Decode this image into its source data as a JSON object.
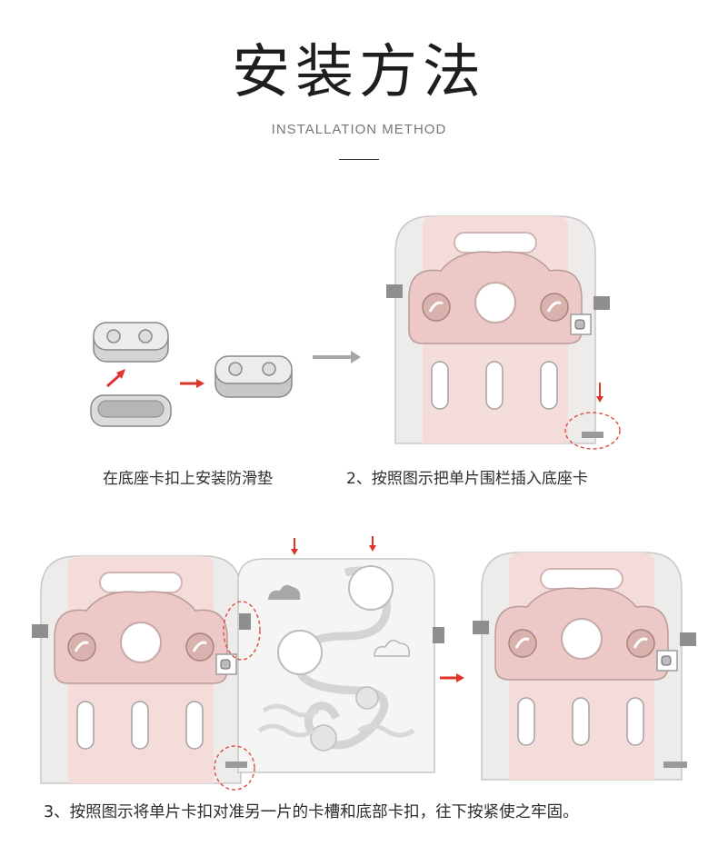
{
  "header": {
    "title": "安装方法",
    "subtitle": "INSTALLATION METHOD"
  },
  "steps": {
    "step1_caption": "在底座卡扣上安装防滑垫",
    "step2_caption": "2、按照图示把单片围栏插入底座卡",
    "step3_caption": "3、按照图示将单片卡扣对准另一片的卡槽和底部卡扣，往下按紧使之牢固。"
  },
  "colors": {
    "pink": "#f2d8d6",
    "pink_dark": "#e7c2bf",
    "grey_frame": "#e8e6e6",
    "grey_dark": "#8c8c8c",
    "arrow_red": "#e0332b",
    "arrow_grey": "#a6a6a6",
    "dash_red": "#e0534a"
  }
}
